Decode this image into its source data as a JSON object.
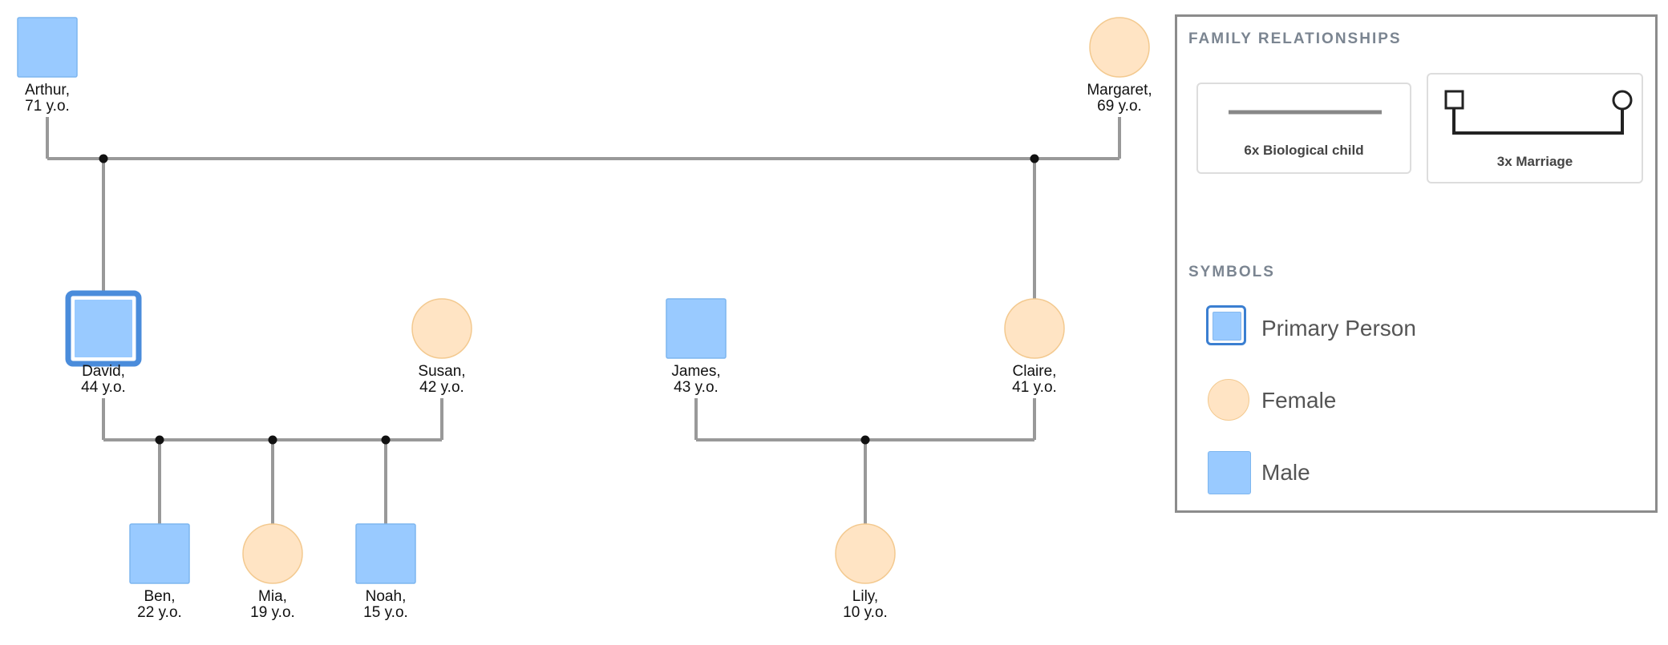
{
  "colors": {
    "male_fill": "#99caff",
    "male_stroke": "#7db6ef",
    "female_fill": "#ffe4c4",
    "female_stroke": "#f3c98f",
    "primary_border": "#3b7fd1",
    "line": "#999999",
    "junction": "#111111"
  },
  "people": {
    "arthur": {
      "name": "Arthur,",
      "age": "71 y.o.",
      "sex": "male"
    },
    "margaret": {
      "name": "Margaret,",
      "age": "69 y.o.",
      "sex": "female"
    },
    "david": {
      "name": "David,",
      "age": "44 y.o.",
      "sex": "male",
      "primary": true
    },
    "susan": {
      "name": "Susan,",
      "age": "42 y.o.",
      "sex": "female"
    },
    "james": {
      "name": "James,",
      "age": "43 y.o.",
      "sex": "male"
    },
    "claire": {
      "name": "Claire,",
      "age": "41 y.o.",
      "sex": "female"
    },
    "ben": {
      "name": "Ben,",
      "age": "22 y.o.",
      "sex": "male"
    },
    "mia": {
      "name": "Mia,",
      "age": "19 y.o.",
      "sex": "female"
    },
    "noah": {
      "name": "Noah,",
      "age": "15 y.o.",
      "sex": "male"
    },
    "lily": {
      "name": "Lily,",
      "age": "10 y.o.",
      "sex": "female"
    }
  },
  "marriages": [
    {
      "partners": [
        "arthur",
        "margaret"
      ],
      "children": [
        "david",
        "claire"
      ]
    },
    {
      "partners": [
        "david",
        "susan"
      ],
      "children": [
        "ben",
        "mia",
        "noah"
      ]
    },
    {
      "partners": [
        "james",
        "claire"
      ],
      "children": [
        "lily"
      ]
    }
  ],
  "legend": {
    "relationships_heading": "FAMILY RELATIONSHIPS",
    "biological_child_label": "6x Biological child",
    "marriage_label": "3x Marriage",
    "symbols_heading": "SYMBOLS",
    "primary_label": "Primary Person",
    "female_label": "Female",
    "male_label": "Male"
  }
}
